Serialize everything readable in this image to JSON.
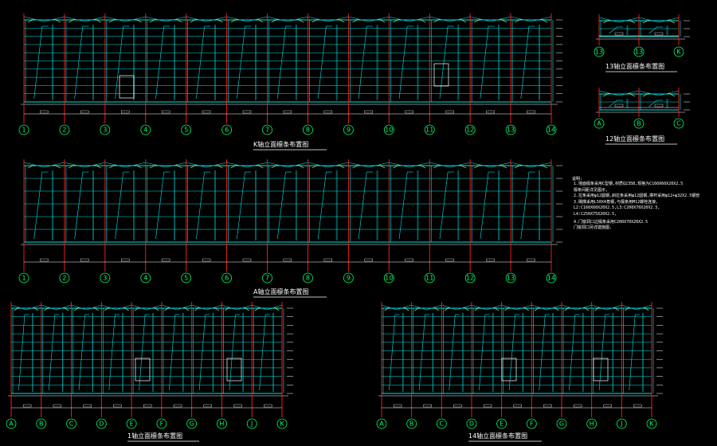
{
  "drawing": {
    "background_color": "#000000",
    "colors": {
      "structure": "#00e5e5",
      "axis_line": "#ff2020",
      "grid_bubble": "#00ff66",
      "text": "#ffffff",
      "brace": "#ffff66",
      "ground": "#ffffff"
    },
    "views": [
      {
        "id": "elev-K",
        "title": "K轴立面檩条布置图",
        "axes": [
          "1",
          "2",
          "3",
          "4",
          "5",
          "6",
          "7",
          "8",
          "9",
          "10",
          "11",
          "12",
          "13",
          "14"
        ]
      },
      {
        "id": "elev-A",
        "title": "A轴立面檩条布置图",
        "axes": [
          "1",
          "2",
          "3",
          "4",
          "5",
          "6",
          "7",
          "8",
          "9",
          "10",
          "11",
          "12",
          "13",
          "14"
        ]
      },
      {
        "id": "elev-1",
        "title": "1轴立面檩条布置图",
        "axes": [
          "A",
          "B",
          "C",
          "D",
          "E",
          "F",
          "G",
          "H",
          "J",
          "K"
        ]
      },
      {
        "id": "elev-14",
        "title": "14轴立面檩条布置图",
        "axes": [
          "A",
          "B",
          "C",
          "D",
          "E",
          "F",
          "G",
          "H",
          "J",
          "K"
        ]
      },
      {
        "id": "elev-13",
        "title": "13轴立面檩条布置图",
        "axes": [
          "13",
          "13",
          "K"
        ]
      },
      {
        "id": "elev-12",
        "title": "12轴立面檩条布置图",
        "axes": [
          "A",
          "B",
          "C"
        ]
      }
    ],
    "notes": {
      "heading": "说明:",
      "lines": [
        "1.墙面檩条采用C型钢,材质Q235B,规格为C160X60X20X2.5",
        "  檩条间距详见图示,",
        "2.拉条采用φ12圆钢,斜拉条采用φ12圆钢,撑杆采用φ12+φ32X2.5钢管",
        "3.隅撑采用L50X4角钢,与檩条用M12螺栓连接,",
        "  L2:C160X60X20X2.5,L3:C200X70X20X2.5,",
        "  L4:C250X75X20X2.5,",
        "4.门窗洞口边檩条采用C200X70X20X2.5",
        "  门窗洞口另详建施图,"
      ]
    }
  }
}
